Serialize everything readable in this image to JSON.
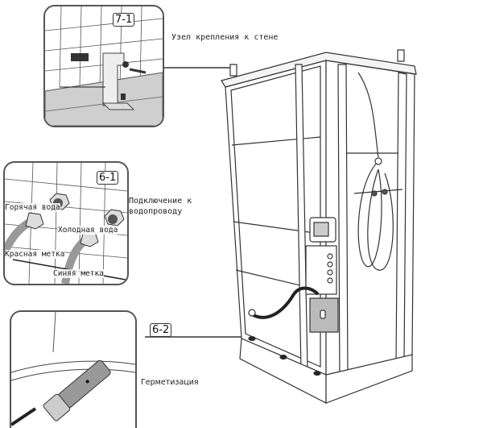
{
  "panels": {
    "wall_mount": {
      "tag": "7-1",
      "caption": "Узел крепления к стене"
    },
    "water_connection": {
      "tag": "6-1",
      "caption": "Подключение к водопроводу",
      "labels": {
        "hot_water": "Горячая вода",
        "cold_water": "Холодная вода",
        "red_mark": "Красная метка",
        "blue_mark": "Синяя метка"
      }
    },
    "sealing": {
      "tag": "6-2",
      "caption": "Герметизация"
    }
  },
  "colors": {
    "line": "#333333",
    "floor_gray": "#cfcfcf",
    "hose_dark": "#222222"
  }
}
